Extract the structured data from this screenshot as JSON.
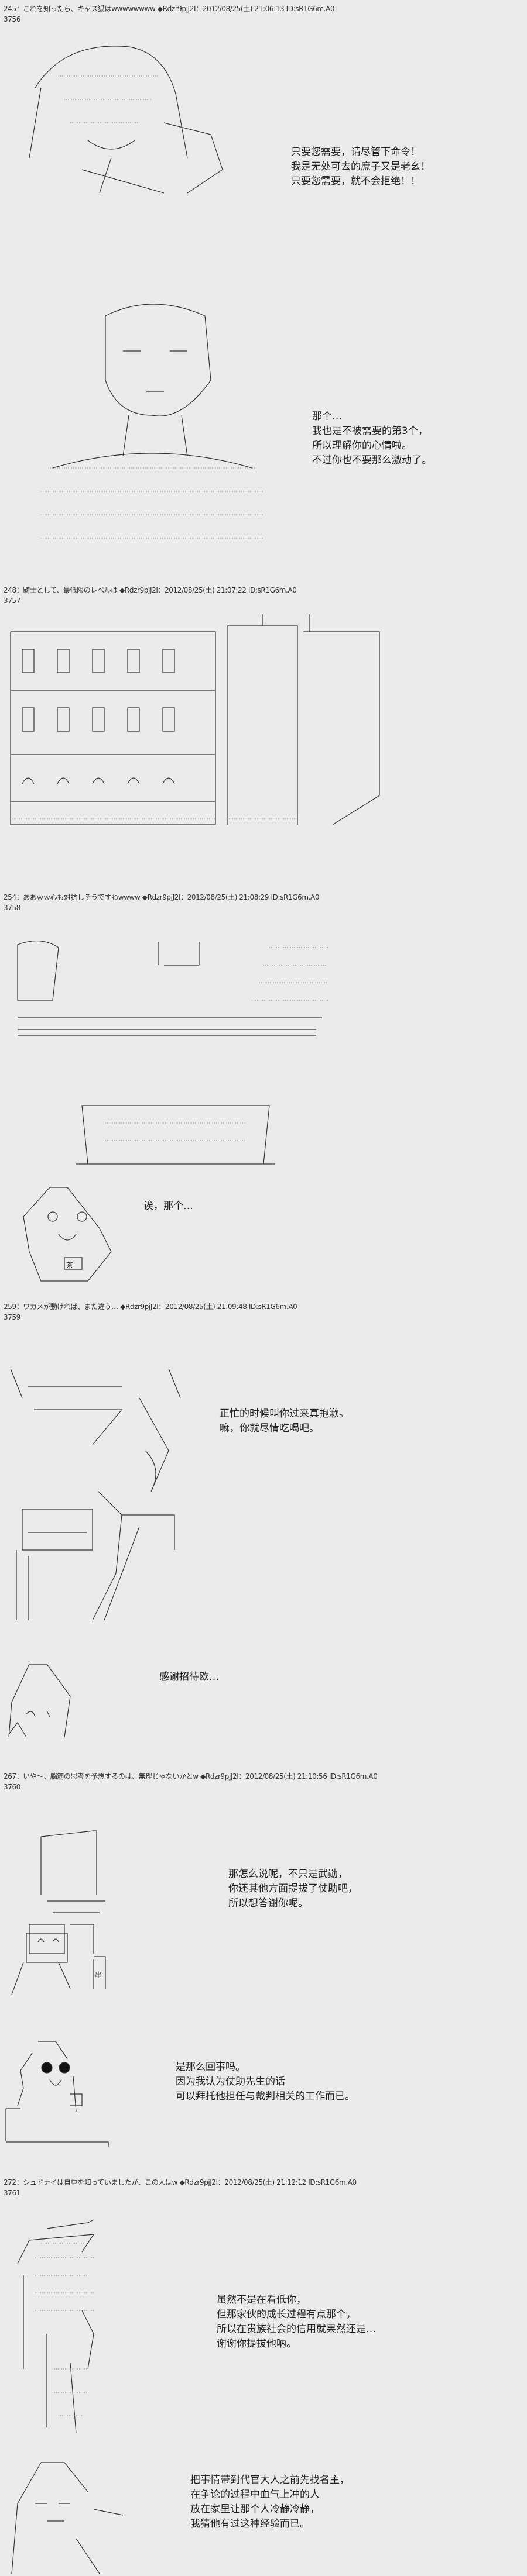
{
  "posts": [
    {
      "header": "245：これを知ったら、キャス狐はwwwwwwww ◆Rdzr9pjJ2I：2012/08/25(土) 21:06:13 ID:sR1G6m.A0",
      "number": "3756",
      "dialogues": [
        [
          "只要您需要，请尽管下命令！",
          "我是无处可去的庶子又是老幺！",
          "只要您需要，就不会拒绝！！"
        ],
        [
          "那个…",
          "我也是不被需要的第3个，",
          "所以理解你的心情啦。",
          "不过你也不要那么激动了。"
        ]
      ]
    },
    {
      "header": "248：騎士として、最低限のレベルは ◆Rdzr9pjJ2I：2012/08/25(土) 21:07:22 ID:sR1G6m.A0",
      "number": "3757",
      "dialogues": []
    },
    {
      "header": "254：ああｗｗ心も対抗しそうですねwwww ◆Rdzr9pjJ2I：2012/08/25(土) 21:08:29 ID:sR1G6m.A0",
      "number": "3758",
      "dialogues": [
        [
          "诶，那个…"
        ]
      ],
      "art_text": "茶"
    },
    {
      "header": "259：ワカメが動ければ、また違う… ◆Rdzr9pjJ2I：2012/08/25(土) 21:09:48 ID:sR1G6m.A0",
      "number": "3759",
      "dialogues": [
        [
          "正忙的时候叫你过来真抱歉。",
          "嘛，你就尽情吃喝吧。"
        ],
        [
          "感谢招待欧…"
        ]
      ]
    },
    {
      "header": "267：いや～、脳筋の思考を予想するのは、無理じゃないかとw ◆Rdzr9pjJ2I：2012/08/25(土) 21:10:56 ID:sR1G6m.A0",
      "number": "3760",
      "dialogues": [
        [
          "那怎么说呢，不只是武勋，",
          "你还其他方面提拔了仗助吧，",
          "所以想答谢你呢。"
        ],
        [
          "是那么回事吗。",
          "因为我认为仗助先生的话",
          "可以拜托他担任与裁判相关的工作而已。"
        ]
      ],
      "art_text": "串"
    },
    {
      "header": "272：シュドナイは自重を知っていましたが、この人はw ◆Rdzr9pjJ2I：2012/08/25(土) 21:12:12 ID:sR1G6m.A0",
      "number": "3761",
      "dialogues": [
        [
          "虽然不是在看低你，",
          "但那家伙的成长过程有点那个，",
          "所以在贵族社会的信用就果然还是…",
          "谢谢你提拔他呐。"
        ],
        [
          "把事情带到代官大人之前先找名主，",
          "在争论的过程中血气上冲的人",
          "放在家里让那个人冷静冷静，",
          "我猜他有过这种经验而已。"
        ]
      ]
    }
  ]
}
